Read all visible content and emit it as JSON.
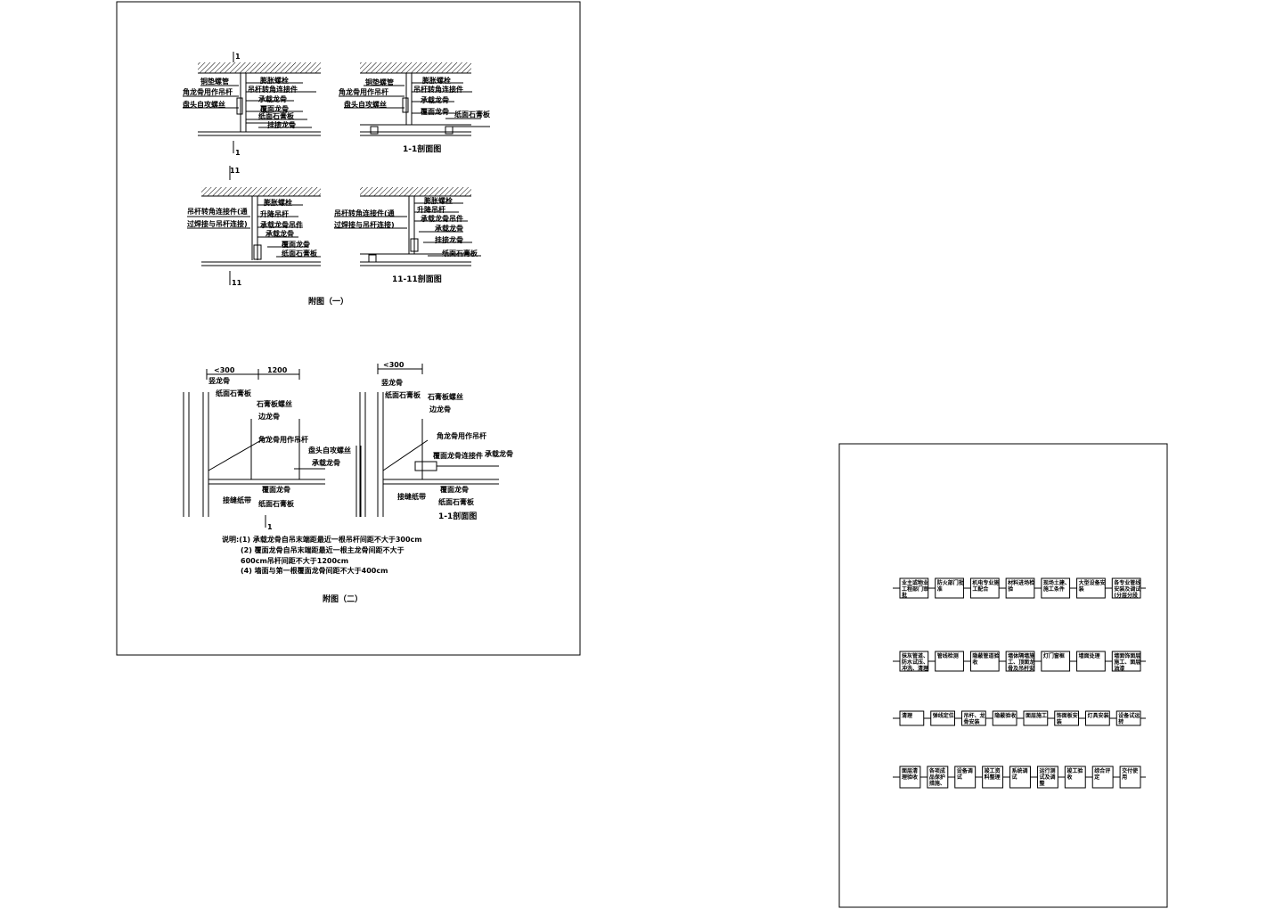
{
  "sheet_left": {
    "fig1": {
      "view_a": {
        "section_mark_top": "1",
        "section_mark_bottom": "1",
        "labels": [
          "铜垫螺管",
          "角龙骨用作吊杆",
          "盘头自攻螺丝",
          "膨胀螺栓",
          "吊杆转角连接件",
          "承载龙骨",
          "覆面龙骨",
          "纸面石膏板",
          "挂接龙骨"
        ]
      },
      "view_b": {
        "caption": "1-1剖面图",
        "labels": [
          "铜垫螺管",
          "角龙骨用作吊杆",
          "盘头自攻螺丝",
          "膨胀螺栓",
          "吊杆转角连接件",
          "承载龙骨",
          "覆面龙骨",
          "纸面石膏板"
        ]
      },
      "view_c": {
        "section_mark_top": "11",
        "section_mark_bottom": "11",
        "labels": [
          "吊杆转角连接件(通",
          "过焊接与吊杆连接)",
          "膨胀螺栓",
          "升降吊杆",
          "承载龙骨吊件",
          "承载龙骨",
          "覆面龙骨",
          "纸面石膏板"
        ]
      },
      "view_d": {
        "caption": "11-11剖面图",
        "labels": [
          "吊杆转角连接件(通",
          "过焊接与吊杆连接)",
          "膨胀螺栓",
          "升降吊杆",
          "承载龙骨吊件",
          "承载龙骨",
          "挂接龙骨",
          "纸面石膏板"
        ]
      },
      "caption": "附图（一）"
    },
    "fig2": {
      "view_a": {
        "dim_left": "<300",
        "dim_right": "1200",
        "labels": [
          "竖龙骨",
          "纸面石膏板",
          "石膏板螺丝",
          "边龙骨",
          "角龙骨用作吊杆",
          "盘头自攻螺丝",
          "承载龙骨",
          "覆面龙骨",
          "接缝纸带",
          "纸面石膏板"
        ],
        "section_mark": "1"
      },
      "view_b": {
        "dim_left": "<300",
        "labels": [
          "竖龙骨",
          "纸面石膏板",
          "石膏板螺丝",
          "边龙骨",
          "角龙骨用作吊杆",
          "覆面龙骨连接件",
          "承载龙骨",
          "覆面龙骨",
          "接缝纸带",
          "纸面石膏板"
        ],
        "caption": "1-1剖面图"
      },
      "notes": [
        "说明:(1) 承载龙骨自吊末端距最近一根吊杆间距不大于300cm",
        "(2) 覆面龙骨自吊末端距最近一根主龙骨间距不大于",
        "600cm吊杆间距不大于1200cm",
        "(4) 墙面与第一根覆面龙骨间距不大于400cm"
      ],
      "caption": "附图（二）"
    }
  },
  "sheet_right": {
    "rows": [
      [
        "业主或物业工程部门审批",
        "防火部门批准",
        "机电专业施工配合",
        "材料进场检验",
        "现场土建、施工条件",
        "大型设备安装",
        "各专业管线安装及调试(分层分段施工)"
      ],
      [
        "抹灰管道、防水试压、冲洗、清理",
        "管线检测",
        "隐蔽管道验收",
        "墙体隔墙施工、顶面龙骨及吊杆安装",
        "灯门窗框",
        "墙面处理",
        "墙面饰面层施工、面层油漆"
      ],
      [
        "清理",
        "弹线定位",
        "吊杆、龙骨安装",
        "隐蔽验收",
        "面层施工",
        "饰面板安装",
        "灯具安装",
        "设备试运转"
      ],
      [
        "面层清理验收",
        "各项成品保护措施、清扫",
        "设备调试",
        "竣工资料整理",
        "系统调试",
        "运行测试及调整",
        "竣工验收",
        "综合评定",
        "交付使用"
      ]
    ]
  }
}
